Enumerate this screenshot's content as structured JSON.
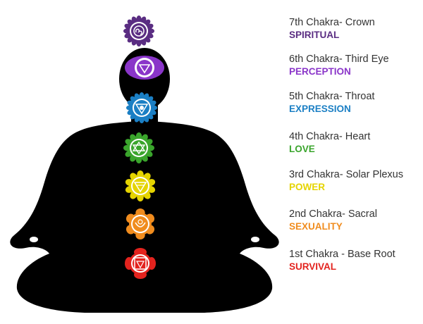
{
  "chakras": [
    {
      "name": "7th  Chakra- Crown",
      "quality": "SPIRITUAL",
      "color": "#5a2d82",
      "symbol": "om-icon"
    },
    {
      "name": "6th Chakra- Third Eye",
      "quality": "PERCEPTION",
      "color": "#8a35c9",
      "symbol": "third-eye-icon"
    },
    {
      "name": "5th Chakra- Throat",
      "quality": "EXPRESSION",
      "color": "#1b7fc4",
      "symbol": "throat-icon"
    },
    {
      "name": "4th Chakra- Heart",
      "quality": "LOVE",
      "color": "#3aa52c",
      "symbol": "heart-icon"
    },
    {
      "name": "3rd Chakra- Solar Plexus",
      "quality": "POWER",
      "color": "#e5d400",
      "symbol": "solar-plexus-icon"
    },
    {
      "name": "2nd Chakra- Sacral",
      "quality": "SEXUALITY",
      "color": "#f08c1e",
      "symbol": "sacral-icon"
    },
    {
      "name": "1st Chakra - Base Root",
      "quality": "SURVIVAL",
      "color": "#e3231e",
      "symbol": "root-icon"
    }
  ]
}
